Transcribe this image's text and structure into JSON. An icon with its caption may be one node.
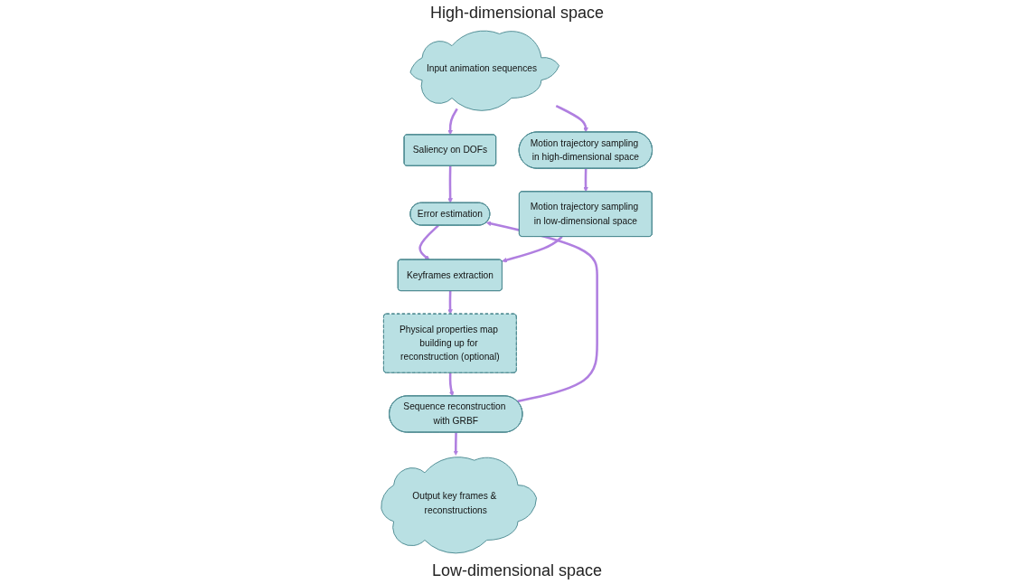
{
  "diagram": {
    "nodes": [
      {
        "text": [
          "Input animation sequences"
        ]
      },
      {
        "text": [
          "Saliency on DOFs"
        ]
      },
      {
        "text": [
          "Output key frames & reconstructions"
        ]
      },
      {
        "text": [
          "Motion trajectory sampling in high-dimensional space"
        ]
      },
      {
        "text": [
          "Error estimation"
        ]
      },
      {
        "text": [
          "Sequence reconstruction with GRBF"
        ]
      },
      {
        "text": [
          "Motion trajectory sampling in low-dimensional space"
        ]
      },
      {
        "text": [
          "Keyframes extraction"
        ]
      },
      {
        "text": [
          "Physical properties map building up for reconstruction (optional)"
        ]
      }
    ],
    "edges": [
      {
        "from": 0,
        "to": 1,
        "arrow": "to"
      },
      {
        "from": 0,
        "to": 3,
        "arrow": "to"
      },
      {
        "from": 1,
        "to": 4,
        "arrow": "to"
      },
      {
        "from": 5,
        "to": 4,
        "arrow": "to"
      },
      {
        "from": 5,
        "to": 2,
        "arrow": "to"
      },
      {
        "from": 3,
        "to": 6,
        "arrow": "to"
      },
      {
        "from": 4,
        "to": 7,
        "arrow": "to"
      },
      {
        "from": 6,
        "to": 7,
        "arrow": "to"
      },
      {
        "from": 7,
        "to": 8,
        "arrow": "to"
      },
      {
        "from": 8,
        "to": 5,
        "arrow": "to"
      }
    ],
    "labels": [
      "High-dimensional space",
      "Low-dimensional space"
    ]
  }
}
